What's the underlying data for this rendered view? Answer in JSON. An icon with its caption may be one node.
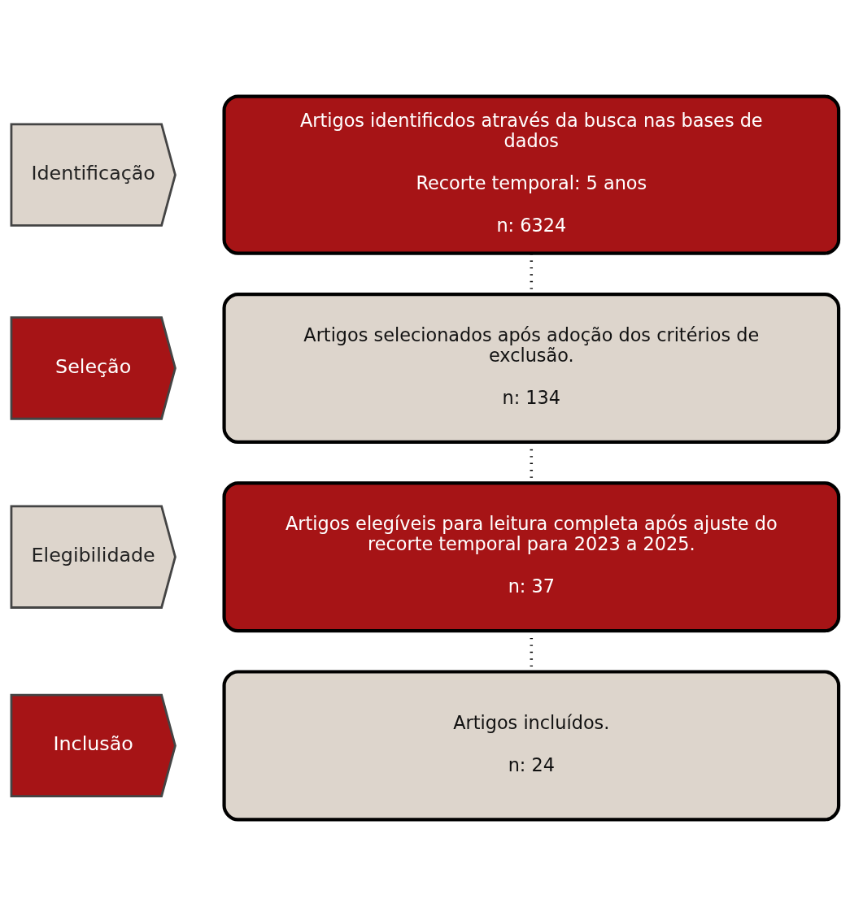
{
  "diagram": {
    "nodes": [
      {
        "text": [
          "Identificação"
        ]
      },
      {
        "text": [
          "Artigos identificdos através da busca nas bases de dados",
          "Recorte temporal: 5 anos",
          "n: 6324"
        ]
      },
      {
        "text": [
          "Seleção"
        ]
      },
      {
        "text": [
          "Artigos selecionados após adoção dos critérios de exclusão.",
          "n: 134"
        ]
      },
      {
        "text": [
          "Elegibilidade"
        ]
      },
      {
        "text": [
          "Artigos elegíveis para leitura completa após ajuste do recorte temporal para 2023 a 2025.",
          "n: 37"
        ]
      },
      {
        "text": [
          "Inclusão"
        ]
      },
      {
        "text": [
          "Artigos incluídos.",
          "n: 24"
        ]
      }
    ],
    "edges": [
      {
        "from": 1,
        "to": 3,
        "arrow": "none",
        "style": "dashed"
      },
      {
        "from": 3,
        "to": 5,
        "arrow": "none",
        "style": "dashed"
      },
      {
        "from": 5,
        "to": 7,
        "arrow": "none",
        "style": "dashed"
      }
    ]
  }
}
